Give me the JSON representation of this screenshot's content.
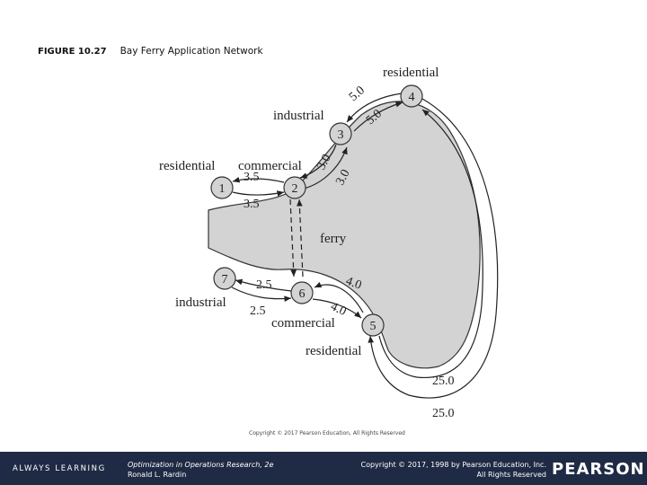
{
  "figure": {
    "number": "FIGURE 10.27",
    "title": "Bay Ferry Application Network",
    "copyright_small": "Copyright © 2017 Pearson Education, All Rights Reserved"
  },
  "nodes": [
    {
      "id": "1",
      "label": "1"
    },
    {
      "id": "2",
      "label": "2"
    },
    {
      "id": "3",
      "label": "3"
    },
    {
      "id": "4",
      "label": "4"
    },
    {
      "id": "5",
      "label": "5"
    },
    {
      "id": "6",
      "label": "6"
    },
    {
      "id": "7",
      "label": "7"
    }
  ],
  "node_types": {
    "n1": "residential",
    "n2": "commercial",
    "n3": "industrial",
    "n4": "residential",
    "n5": "residential",
    "n6": "commercial",
    "n7": "industrial"
  },
  "water_label": "ferry",
  "arcs": [
    {
      "from": "2",
      "to": "1",
      "cost": "3.5"
    },
    {
      "from": "1",
      "to": "2",
      "cost": "3.5"
    },
    {
      "from": "3",
      "to": "2",
      "cost": "3.0"
    },
    {
      "from": "2",
      "to": "3",
      "cost": "3.0"
    },
    {
      "from": "4",
      "to": "3",
      "cost": "5.0"
    },
    {
      "from": "3",
      "to": "4",
      "cost": "5.0"
    },
    {
      "from": "6",
      "to": "7",
      "cost": "2.5"
    },
    {
      "from": "7",
      "to": "6",
      "cost": "2.5"
    },
    {
      "from": "6",
      "to": "5",
      "cost": "4.0"
    },
    {
      "from": "5",
      "to": "6",
      "cost": "4.0"
    },
    {
      "from": "4",
      "to": "5",
      "cost": "25.0"
    },
    {
      "from": "5",
      "to": "4",
      "cost": "25.0"
    },
    {
      "from": "2",
      "to": "6",
      "cost": ""
    },
    {
      "from": "6",
      "to": "2",
      "cost": ""
    }
  ],
  "footer": {
    "always_learning": "ALWAYS LEARNING",
    "book_title": "Optimization in Operations Research, 2e",
    "book_author": "Ronald L. Rardin",
    "copyright_line1": "Copyright © 2017, 1998 by Pearson Education, Inc.",
    "copyright_line2": "All Rights Reserved",
    "brand": "PEARSON"
  }
}
